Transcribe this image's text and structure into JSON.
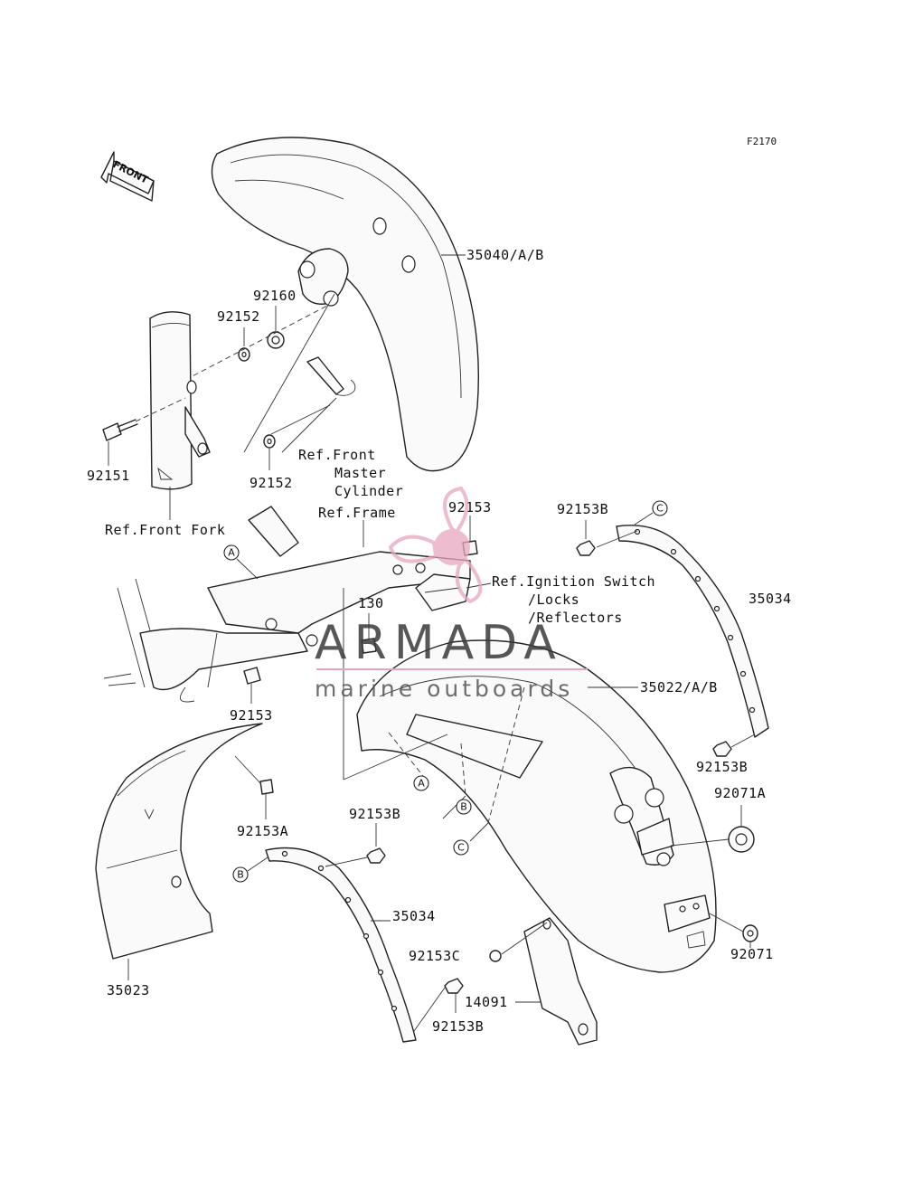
{
  "figure_code": "F2170",
  "front_arrow": "FRONT",
  "parts": {
    "p35040": "35040/A/B",
    "p92160": "92160",
    "p92152_top": "92152",
    "p92152_bottom": "92152",
    "p92151": "92151",
    "p92153_top": "92153",
    "p92153_left": "92153",
    "p92153B_top": "92153B",
    "p92153B_right": "92153B",
    "p92153B_mid": "92153B",
    "p92153B_bottom": "92153B",
    "p92153A": "92153A",
    "p92153C": "92153C",
    "p35034_right": "35034",
    "p35034_left": "35034",
    "p35022": "35022/A/B",
    "p92071A": "92071A",
    "p92071": "92071",
    "p35023": "35023",
    "p14091": "14091",
    "p130": "130"
  },
  "refs": {
    "master_cyl_1": "Ref.Front",
    "master_cyl_2": "Master",
    "master_cyl_3": "Cylinder",
    "front_fork": "Ref.Front Fork",
    "frame": "Ref.Frame",
    "ignition_1": "Ref.Ignition Switch",
    "ignition_2": "/Locks",
    "ignition_3": "/Reflectors"
  },
  "callouts": {
    "A_frame": "A",
    "A_fender": "A",
    "B_fender": "B",
    "B_stay": "B",
    "C_stay": "C",
    "C_fender": "C"
  },
  "watermark": {
    "brand": "ARMADA",
    "tagline": "marine outboards",
    "accent": "#e7a6c0"
  }
}
